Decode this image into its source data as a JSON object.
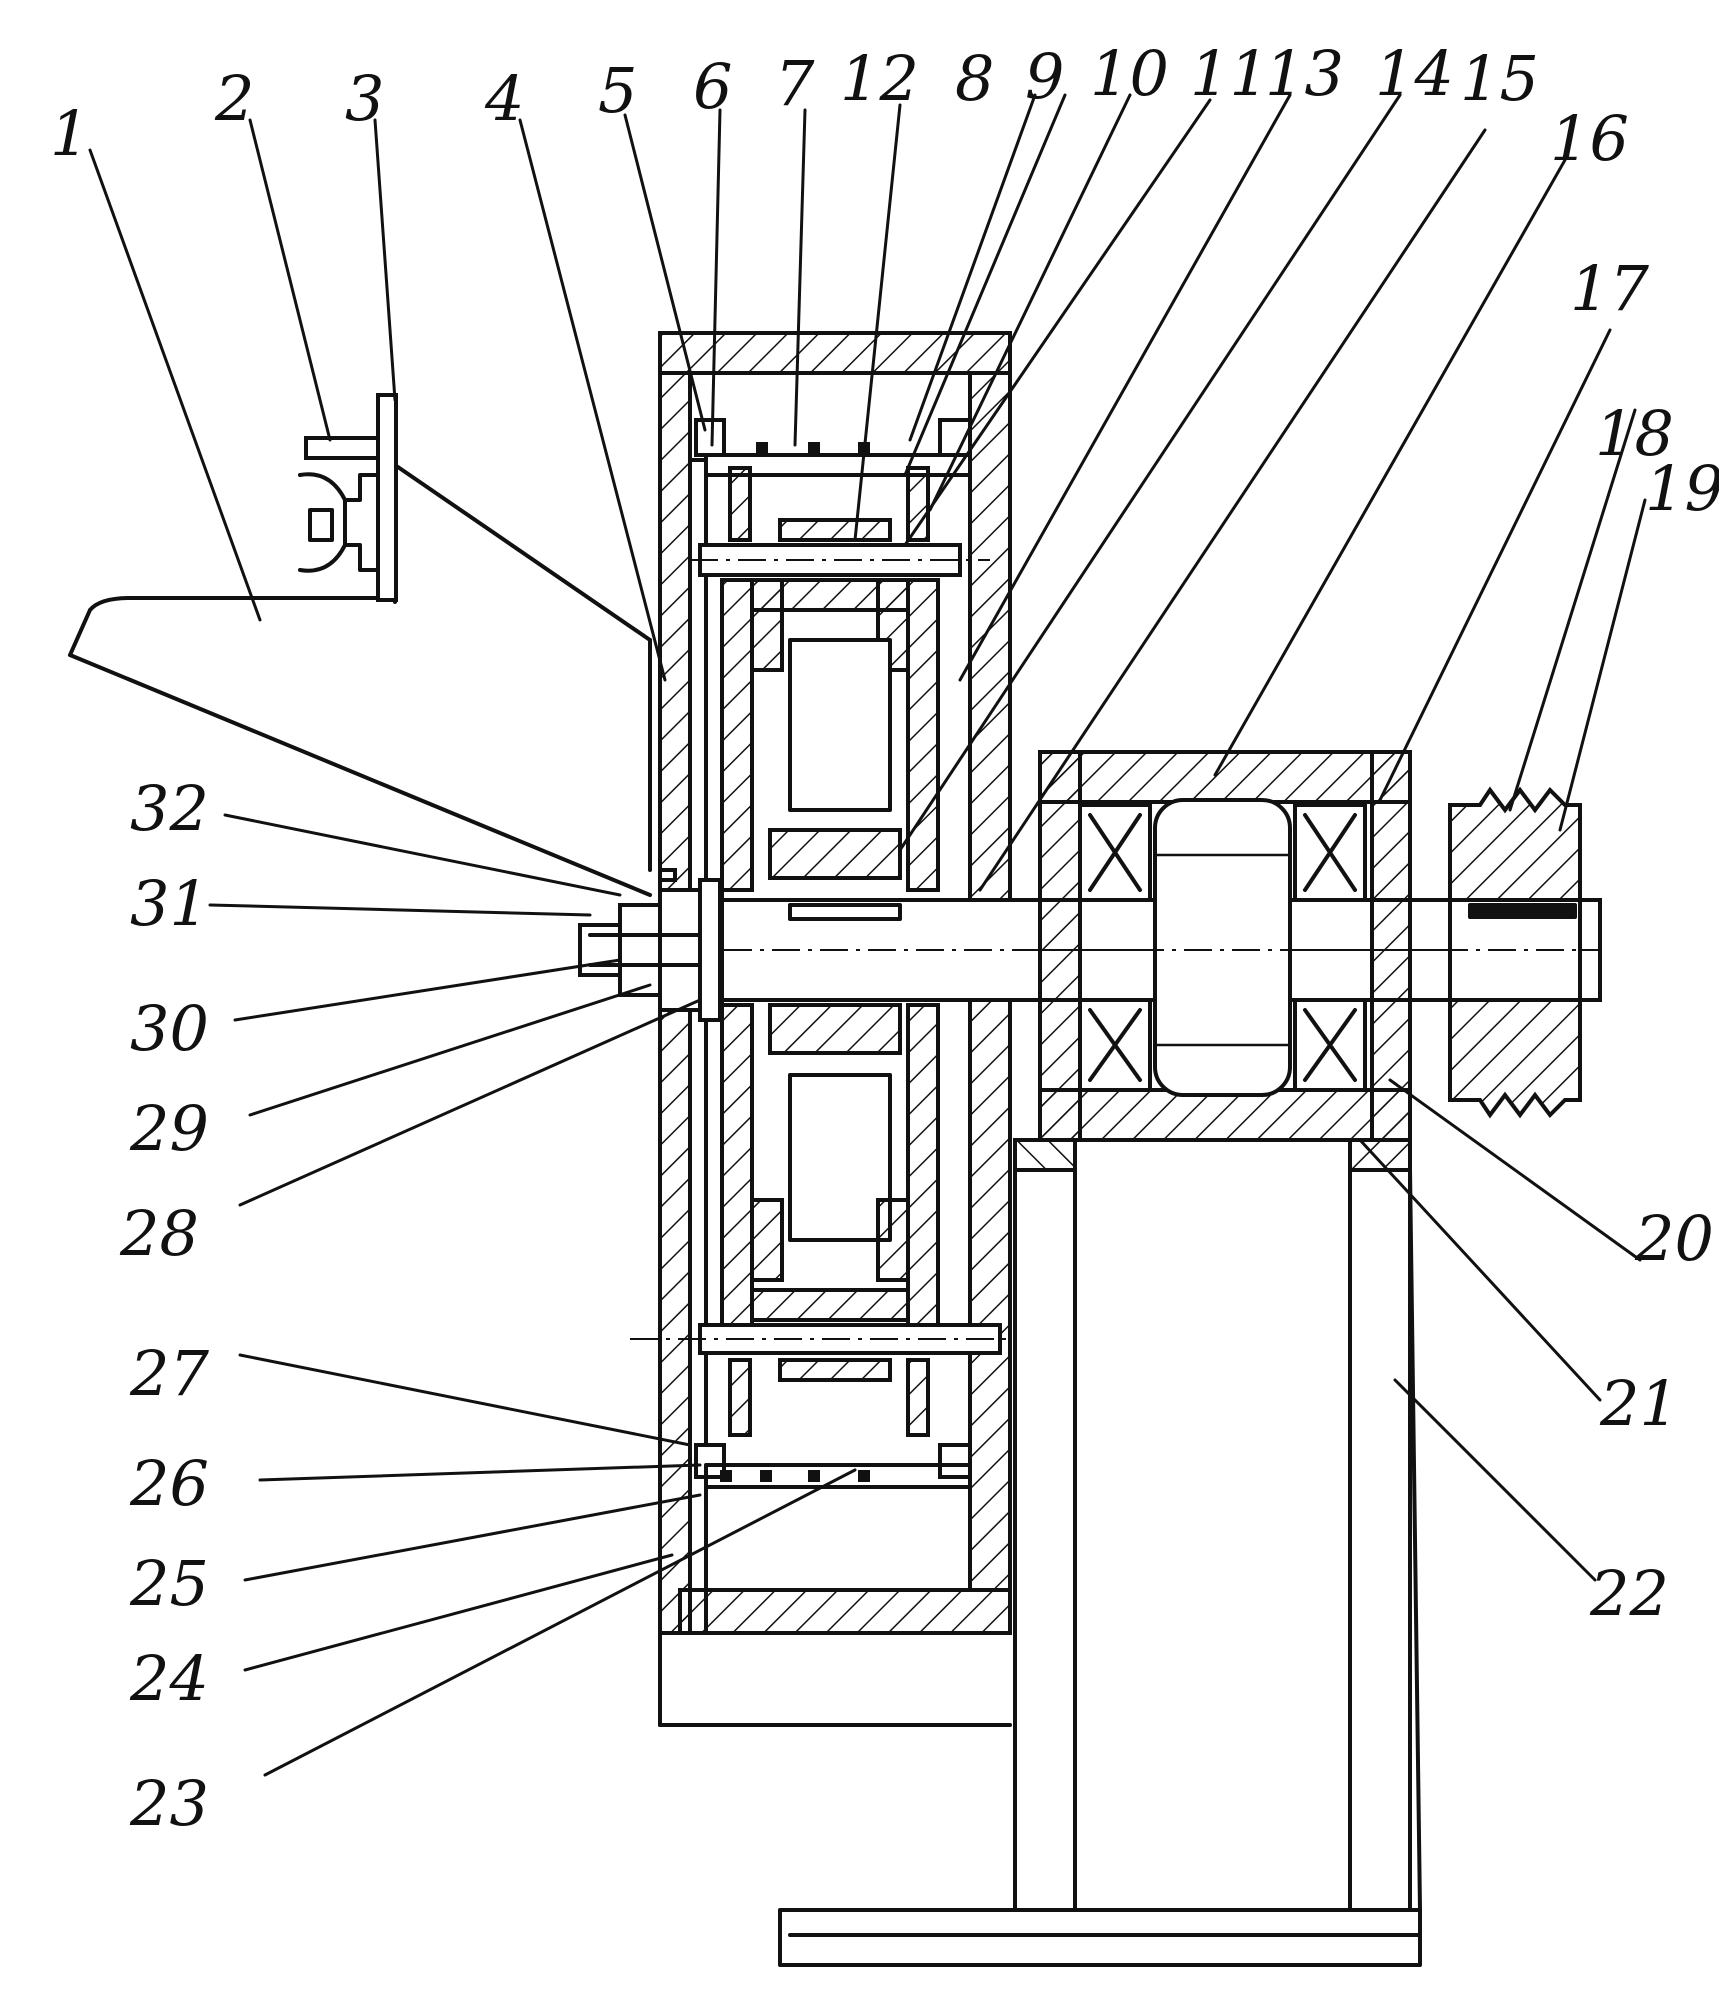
{
  "labels": {
    "n1": "1",
    "n2": "2",
    "n3": "3",
    "n4": "4",
    "n5": "5",
    "n6": "6",
    "n7": "7",
    "n12": "12",
    "n8": "8",
    "n9": "9",
    "n10": "10",
    "n11": "11",
    "n13": "13",
    "n14": "14",
    "n15": "15",
    "n16": "16",
    "n17": "17",
    "n18": "18",
    "n19": "19",
    "n20": "20",
    "n21": "21",
    "n22": "22",
    "n23": "23",
    "n24": "24",
    "n25": "25",
    "n26": "26",
    "n27": "27",
    "n28": "28",
    "n29": "29",
    "n30": "30",
    "n31": "31",
    "n32": "32"
  }
}
